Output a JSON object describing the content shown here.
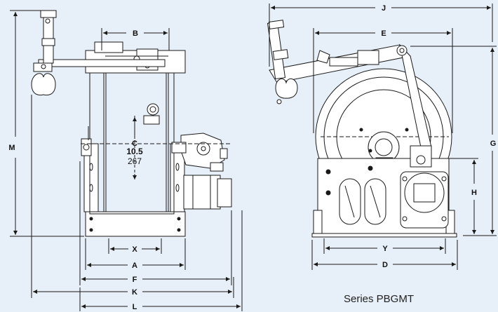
{
  "colors": {
    "background": "#e7eff8",
    "line": "#1a1a1a",
    "fill": "#ffffff"
  },
  "labels": {
    "A": "A",
    "B": "B",
    "C": "C",
    "D": "D",
    "E": "E",
    "F": "F",
    "G": "G",
    "H": "H",
    "J": "J",
    "K": "K",
    "L": "L",
    "M": "M",
    "X": "X",
    "Y": "Y"
  },
  "dim_c": {
    "inch": "10.5",
    "mm": "267"
  },
  "caption": "Series PBGMT"
}
